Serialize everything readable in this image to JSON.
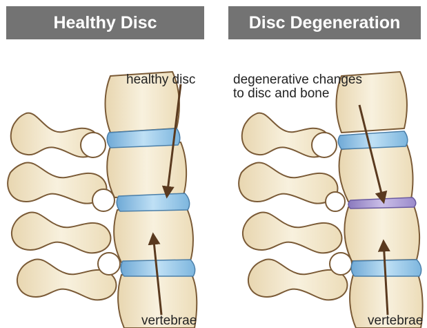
{
  "panels": {
    "left": {
      "title": "Healthy Disc",
      "label_disc": "healthy disc",
      "label_vertebrae": "vertebrae"
    },
    "right": {
      "title": "Disc Degeneration",
      "label_changes_line1": "degenerative changes",
      "label_changes_line2": "to disc and bone",
      "label_vertebrae": "vertebrae"
    }
  },
  "colors": {
    "header_bg": "#737373",
    "bone": "#f3ead3",
    "bone_outline": "#7a5a36",
    "healthy_disc": "#8fc3e6",
    "degenerated_disc": "#a99ad0",
    "arrow": "#5a3a1f"
  }
}
